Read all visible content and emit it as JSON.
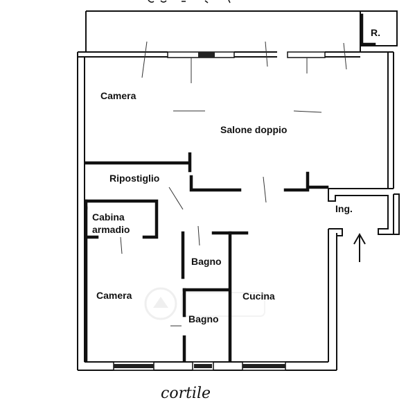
{
  "rooms": {
    "camera_top": "Camera",
    "salone": "Salone doppio",
    "ripostiglio": "Ripostiglio",
    "cabina_line1": "Cabina",
    "cabina_line2": "armadio",
    "ingresso": "Ing.",
    "bagno_upper": "Bagno",
    "camera_bottom": "Camera",
    "cucina": "Cucina",
    "bagno_lower": "Bagno",
    "ripostiglio_small": "R."
  },
  "annotations": {
    "courtyard": "cortile"
  },
  "colors": {
    "wall": "#111111",
    "background": "#ffffff",
    "watermark": "#e8e8e8"
  }
}
